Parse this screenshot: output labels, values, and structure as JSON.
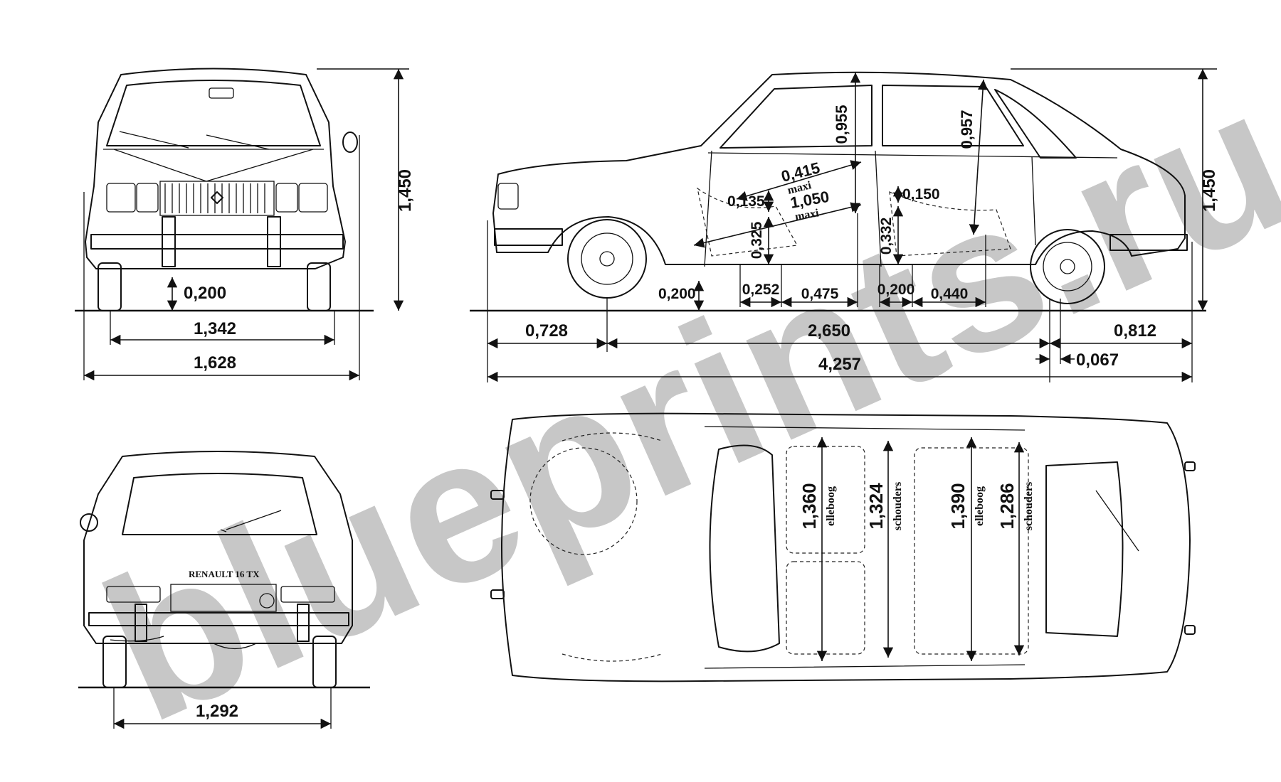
{
  "watermark": "blueprints.ru",
  "front_view": {
    "height": "1,450",
    "ground_clearance": "0,200",
    "track": "1,342",
    "overall_width": "1,628"
  },
  "rear_view": {
    "rear_track": "1,292",
    "badge": "RENAULT 16 TX"
  },
  "side_view": {
    "height": "1,450",
    "front_overhang": "0,728",
    "wheelbase": "2,650",
    "rear_overhang": "0,812",
    "overall_length": "4,257",
    "rear_offset": "0,067",
    "front_headroom": "0,955",
    "rear_headroom": "0,957",
    "seat_height_front": "0,135",
    "seat_depth_front": "0,325",
    "seat_travel": "0,415",
    "seat_travel_unit": "maxi",
    "leg_room": "1,050",
    "leg_room_unit": "maxi",
    "rear_seat_height": "0,150",
    "rear_seat_depth": "0,332",
    "ground_clearance": "0,200",
    "front_footwell": "0,252",
    "front_seat_length": "0,475",
    "rear_footwell": "0,200",
    "rear_seat_length": "0,440"
  },
  "top_view": {
    "front_elbow_width": "1,360",
    "front_elbow_label": "elleboog",
    "front_shoulder_width": "1,324",
    "front_shoulder_label": "schouders",
    "rear_elbow_width": "1,390",
    "rear_elbow_label": "elleboog",
    "rear_shoulder_width": "1,286",
    "rear_shoulder_label": "schouders"
  }
}
